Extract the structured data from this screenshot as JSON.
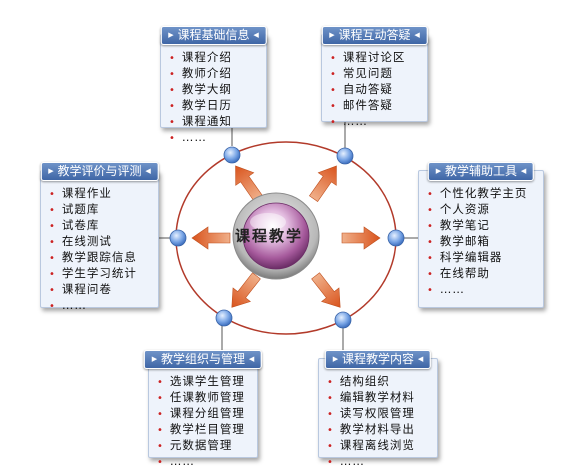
{
  "center": {
    "label": "课程教学"
  },
  "boxes": {
    "basic": {
      "title": "课程基础信息",
      "items": [
        "课程介绍",
        "教师介绍",
        "教学大纲",
        "教学日历",
        "课程通知",
        "……"
      ]
    },
    "qa": {
      "title": "课程互动答疑",
      "items": [
        "课程讨论区",
        "常见问题",
        "自动答疑",
        "邮件答疑",
        "……"
      ]
    },
    "eval": {
      "title": "教学评价与评测",
      "items": [
        "课程作业",
        "试题库",
        "试卷库",
        "在线测试",
        "教学跟踪信息",
        "学生学习统计",
        "课程问卷",
        "……"
      ]
    },
    "tools": {
      "title": "教学辅助工具",
      "items": [
        "个性化教学主页",
        "个人资源",
        "教学笔记",
        "教学邮箱",
        "科学编辑器",
        "在线帮助",
        "……"
      ]
    },
    "org": {
      "title": "教学组织与管理",
      "items": [
        "选课学生管理",
        "任课教师管理",
        "课程分组管理",
        "教学栏目管理",
        "元数据管理",
        "……"
      ]
    },
    "content": {
      "title": "课程教学内容",
      "items": [
        "结构组织",
        "编辑教学材料",
        "读写权限管理",
        "教学材料导出",
        "课程离线浏览",
        "……"
      ]
    }
  },
  "colors": {
    "header": "#4a6fb0",
    "arrow": "#e2703c",
    "node": "#6e9fe0",
    "ring": "#b23a2a",
    "hub": "#b566a8"
  }
}
